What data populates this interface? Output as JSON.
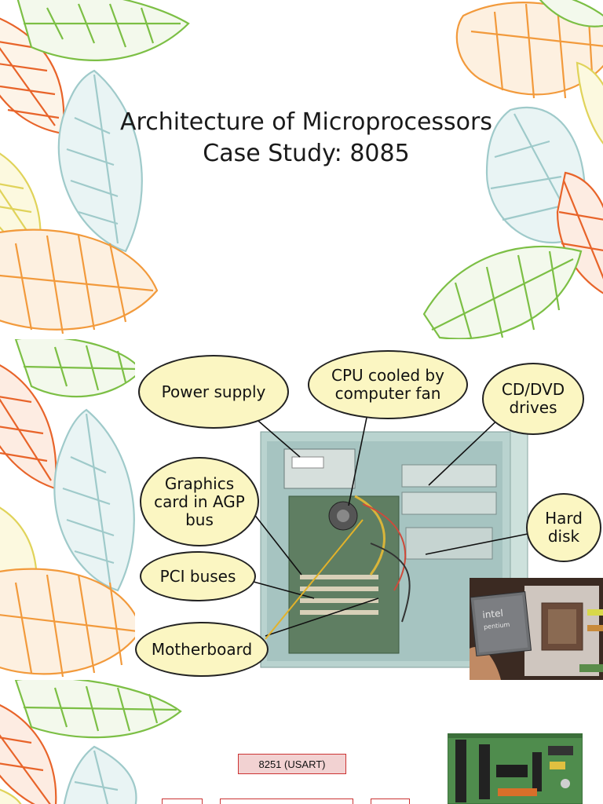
{
  "slides": [
    {
      "title_line1": "Architecture of Microprocessors",
      "title_line2": "Case Study: 8085"
    },
    {
      "callouts": {
        "power_supply": "Power supply",
        "cpu": "CPU cooled by\ncomputer fan",
        "cd_dvd": "CD/DVD\ndrives",
        "graphics": "Graphics\ncard in AGP\nbus",
        "hard_disk": "Hard\ndisk",
        "pci": "PCI buses",
        "motherboard": "Motherboard"
      },
      "inset_chip_brand": "intel",
      "inset_chip_name": "pentium"
    },
    {
      "usart_label": "8251 (USART)"
    }
  ],
  "colors": {
    "leaf_orange": "#f29a3c",
    "leaf_green": "#7cbf45",
    "leaf_teal": "#cfe6e6",
    "leaf_yellow": "#f1e98a",
    "leaf_red_orange": "#e8642a",
    "callout_fill": "#fbf6c2"
  }
}
